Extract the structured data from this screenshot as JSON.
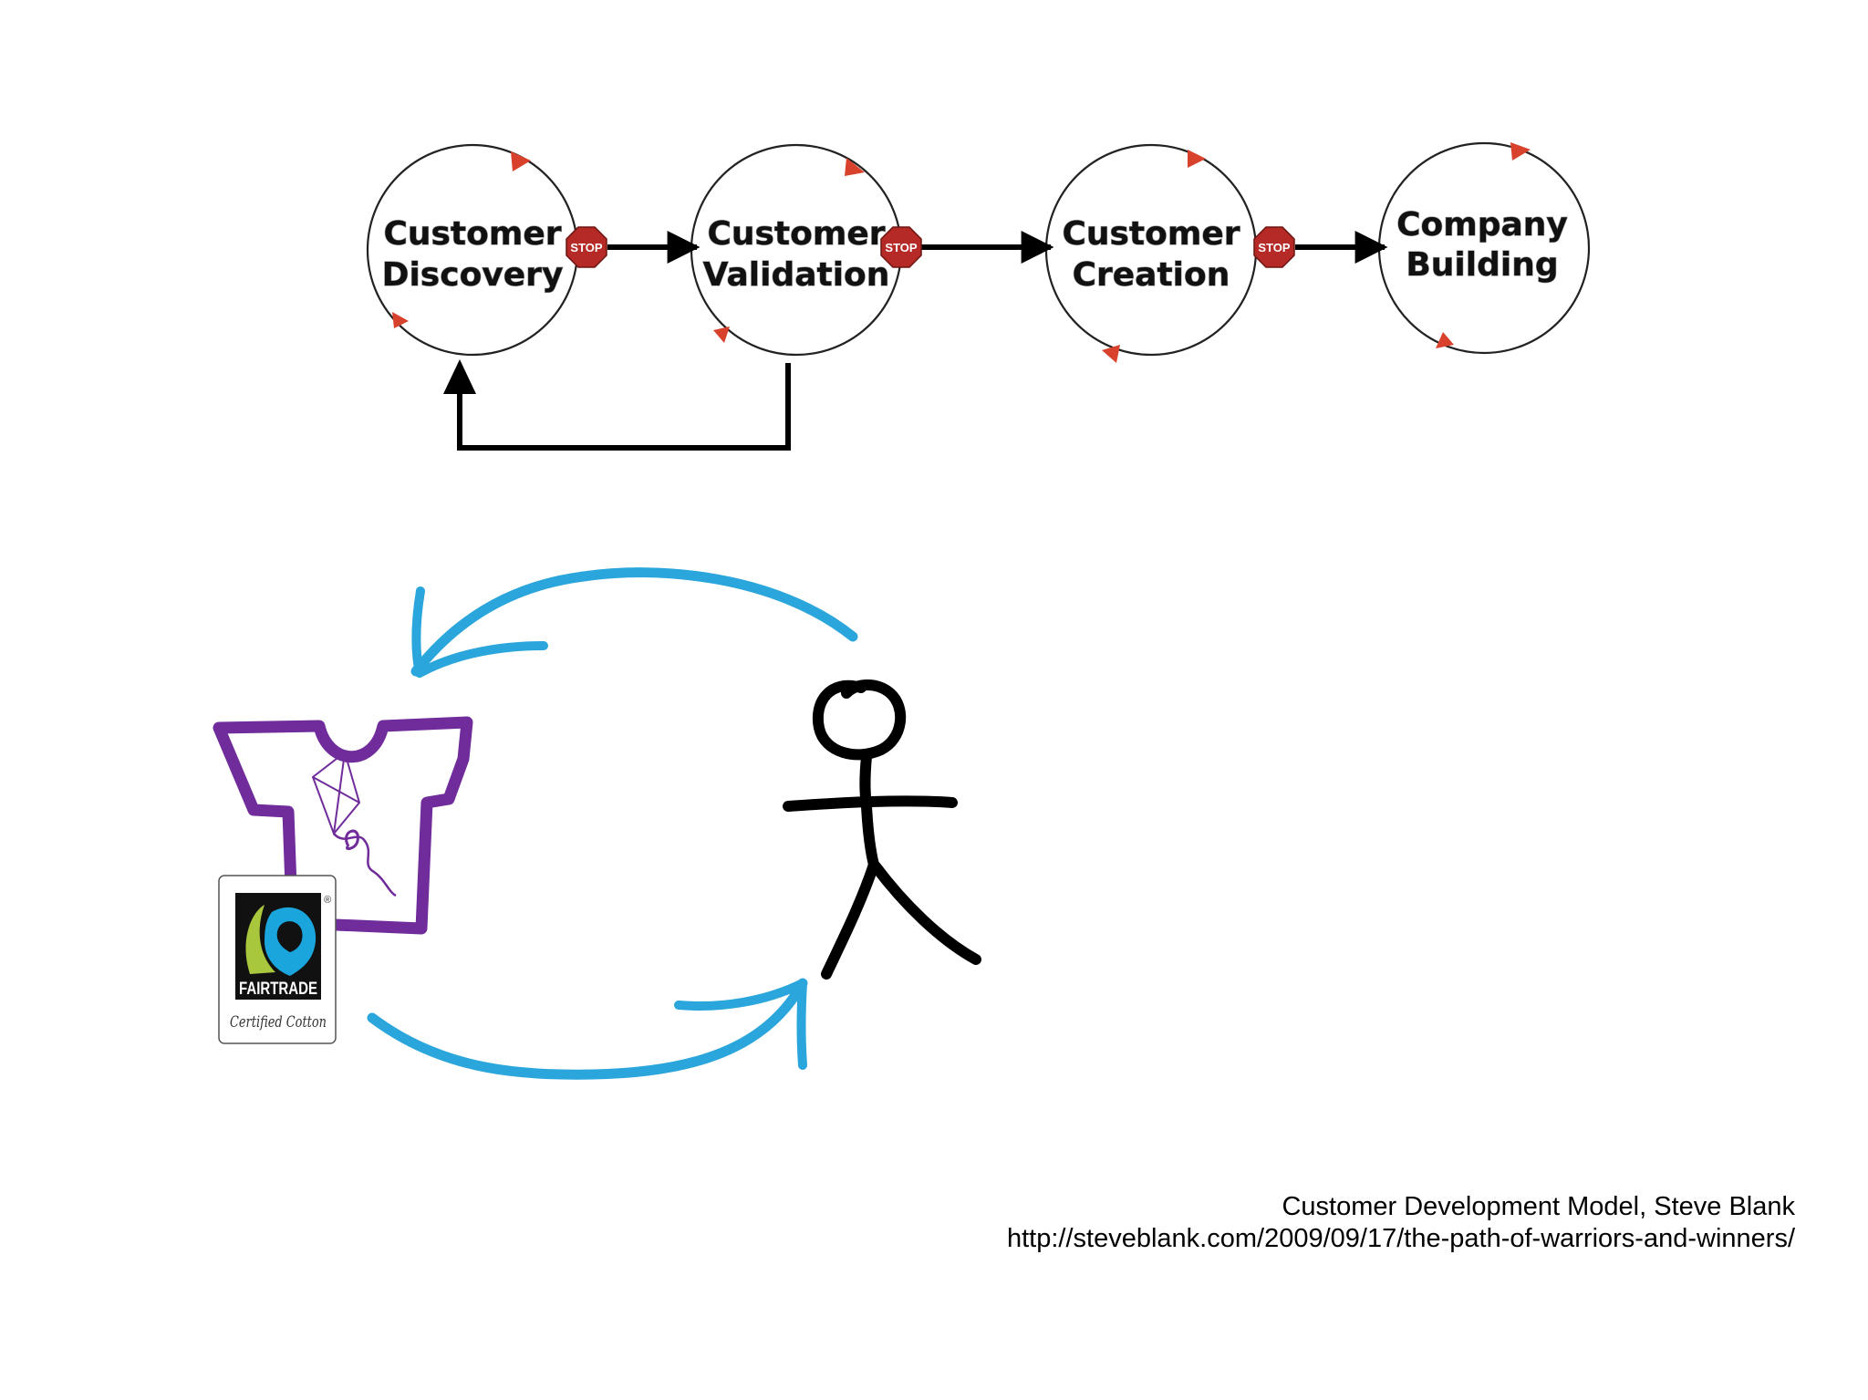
{
  "stages": [
    {
      "id": "discovery",
      "line1": "Customer",
      "line2": "Discovery"
    },
    {
      "id": "validation",
      "line1": "Customer",
      "line2": "Validation"
    },
    {
      "id": "creation",
      "line1": "Customer",
      "line2": "Creation"
    },
    {
      "id": "building",
      "line1": "Company",
      "line2": "Building"
    }
  ],
  "stop_sign_text": "STOP",
  "fairtrade_label": {
    "brand": "FAIRTRADE",
    "subtitle": "Certified Cotton",
    "registered_mark": "®"
  },
  "citation": {
    "title": "Customer Development Model, Steve Blank",
    "url": "http://steveblank.com/2009/09/17/the-path-of-warriors-and-winners/"
  },
  "colors": {
    "cycle_arrows": "#2aa6dc",
    "shirt": "#6f2c9a",
    "stage_cycle_markers": "#d8422c",
    "stop_sign": "#b52a26",
    "fairtrade_blue": "#1aa5dc",
    "fairtrade_green": "#a9c73c"
  }
}
